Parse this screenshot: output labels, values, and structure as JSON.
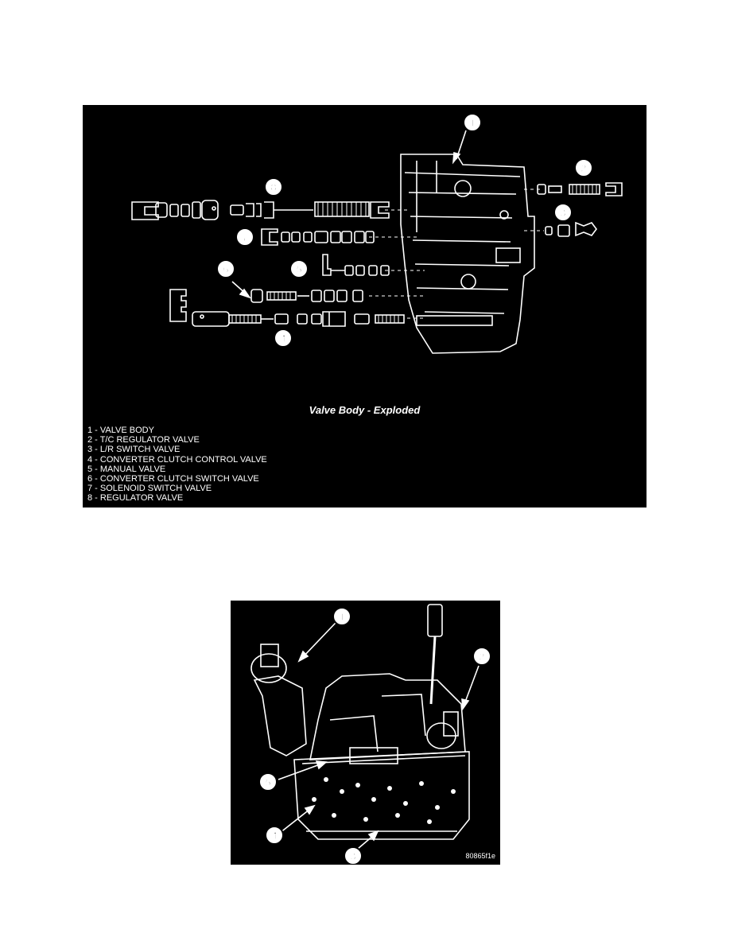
{
  "figure1": {
    "caption": "Valve Body - Exploded",
    "legend": [
      "1 - VALVE BODY",
      "2 - T/C REGULATOR VALVE",
      "3 - L/R SWITCH VALVE",
      "4 - CONVERTER CLUTCH CONTROL VALVE",
      "5 - MANUAL VALVE",
      "6 - CONVERTER CLUTCH SWITCH VALVE",
      "7 - SOLENOID SWITCH VALVE",
      "8 - REGULATOR VALVE"
    ],
    "callouts": [
      "1",
      "2",
      "3",
      "4",
      "5",
      "6",
      "7",
      "8"
    ]
  },
  "figure2": {
    "callouts": [
      "1",
      "2",
      "3",
      "4",
      "5"
    ],
    "code": "80865f1e"
  }
}
